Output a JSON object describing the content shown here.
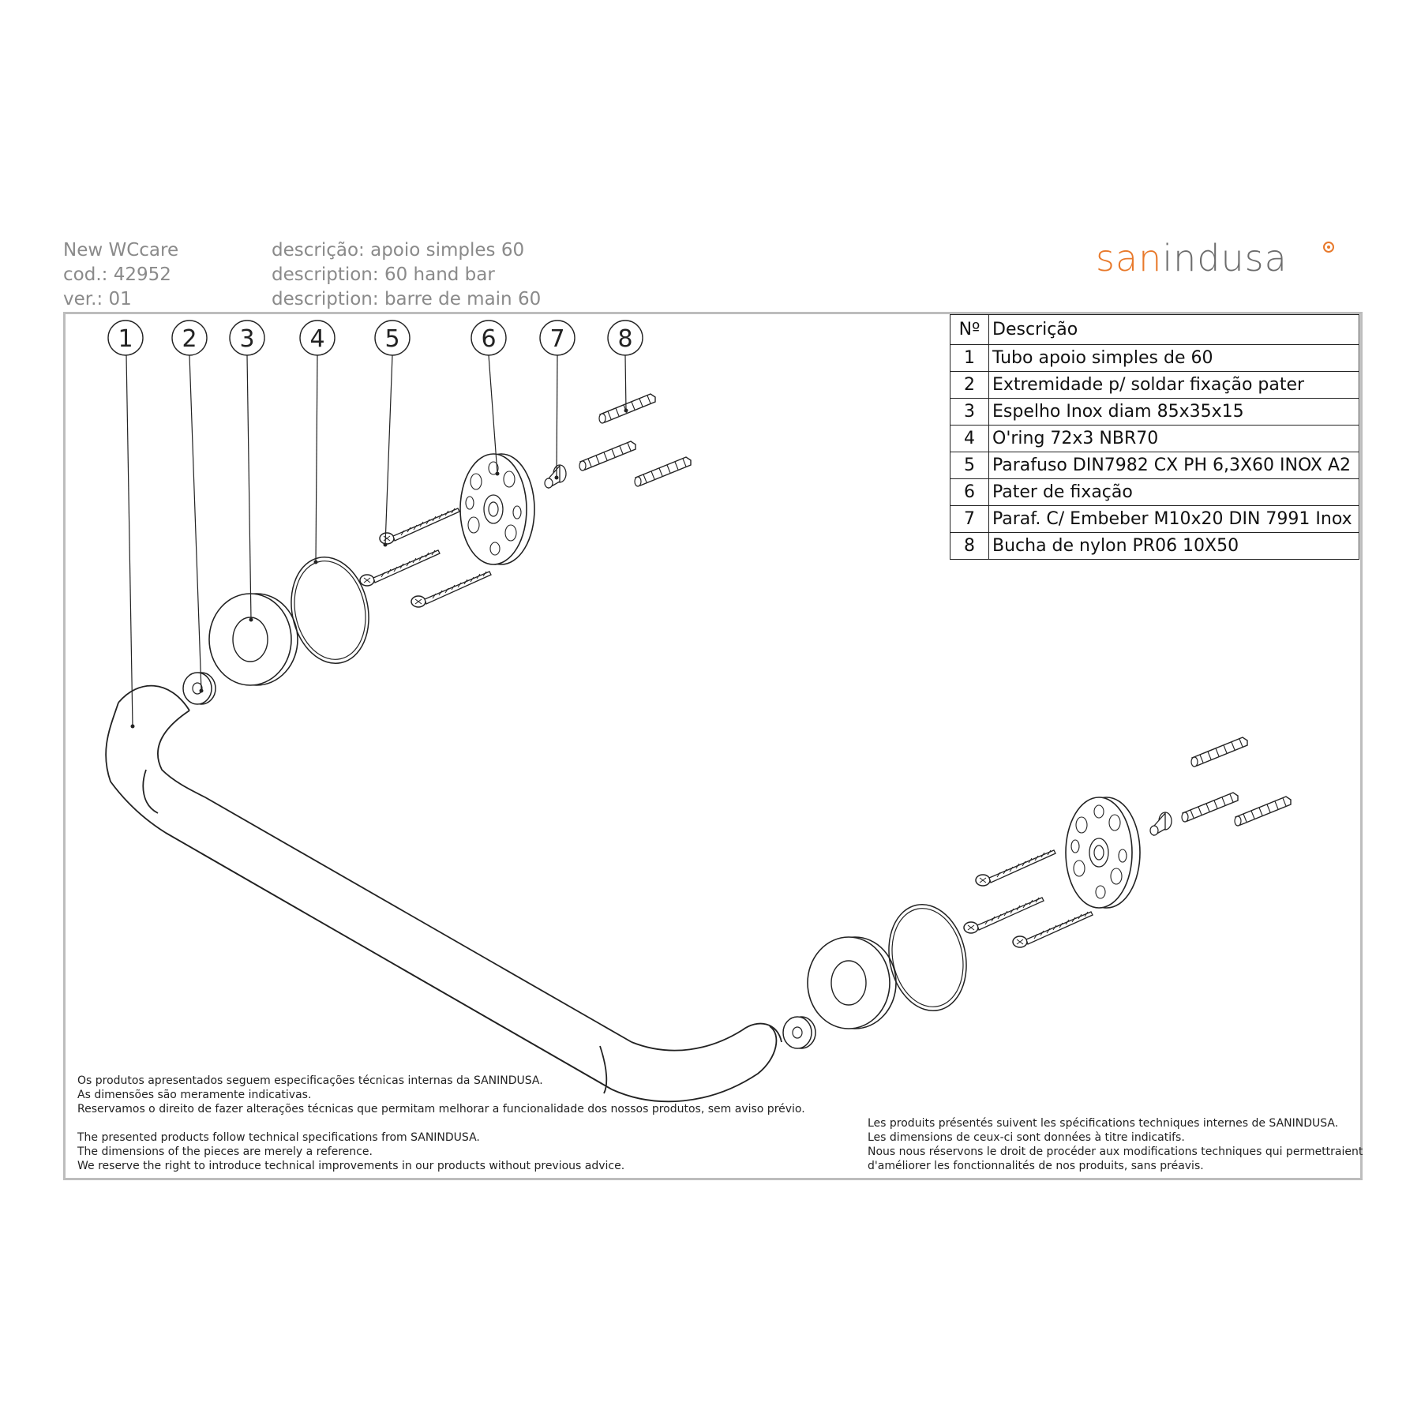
{
  "header": {
    "line1": "New WCcare",
    "line2": "cod.: 42952",
    "line3": "ver.: 01",
    "desc_pt": "descrição: apoio simples 60",
    "desc_en": "description: 60 hand bar",
    "desc_fr": "description: barre de main 60"
  },
  "logo": {
    "part1": "san",
    "part2": "indusa",
    "brand_color": "#e8792b",
    "text_color": "#6d6d6d"
  },
  "callouts": [
    "1",
    "2",
    "3",
    "4",
    "5",
    "6",
    "7",
    "8"
  ],
  "table": {
    "col_no": "Nº",
    "col_desc": "Descrição",
    "rows": [
      {
        "no": "1",
        "desc": "Tubo apoio simples de 60"
      },
      {
        "no": "2",
        "desc": "Extremidade p/ soldar fixação pater"
      },
      {
        "no": "3",
        "desc": "Espelho Inox diam 85x35x15"
      },
      {
        "no": "4",
        "desc": "O'ring 72x3  NBR70"
      },
      {
        "no": "5",
        "desc": "Parafuso DIN7982 CX PH 6,3X60 INOX A2"
      },
      {
        "no": "6",
        "desc": "Pater de fixação"
      },
      {
        "no": "7",
        "desc": "Paraf. C/ Embeber  M10x20 DIN 7991 Inox"
      },
      {
        "no": "8",
        "desc": "Bucha de nylon PR06 10X50"
      }
    ]
  },
  "notes_pt": [
    "Os produtos apresentados seguem especificações técnicas internas da SANINDUSA.",
    "As dimensões são meramente indicativas.",
    "Reservamos o direito de fazer alterações técnicas que permitam melhorar a funcionalidade dos nossos produtos, sem aviso prévio."
  ],
  "notes_en": [
    "The presented products follow technical specifications from SANINDUSA.",
    "The dimensions of the pieces are merely a reference.",
    "We reserve the right to introduce technical improvements in our products without previous advice."
  ],
  "notes_fr": [
    "Les produits présentés suivent les spécifications techniques internes de SANINDUSA.",
    "Les dimensions de ceux-ci sont données à titre indicatifs.",
    "Nous nous réservons le droit de procéder aux modifications techniques qui permettraient",
    "d'améliorer les fonctionnalités de nos produits, sans préavis."
  ]
}
